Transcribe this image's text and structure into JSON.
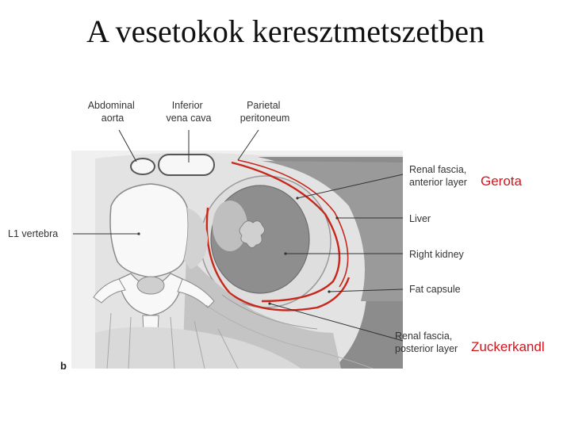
{
  "title": "A vesetokok keresztmetszetben",
  "colors": {
    "fascia_red": "#c8271b",
    "annotation_red": "#d4141a",
    "light_gray": "#e6e6e6",
    "mid_gray": "#bdbdbd",
    "dark_gray": "#8a8a8a"
  },
  "labels": {
    "abdominal_aorta": [
      "Abdominal",
      "aorta"
    ],
    "inferior_vena_cava": [
      "Inferior",
      "vena cava"
    ],
    "parietal_peritoneum": [
      "Parietal",
      "peritoneum"
    ],
    "renal_fascia_anterior": [
      "Renal fascia,",
      "anterior layer"
    ],
    "gerota": "Gerota",
    "liver": "Liver",
    "right_kidney": "Right kidney",
    "fat_capsule": "Fat capsule",
    "renal_fascia_posterior": [
      "Renal fascia,",
      "posterior layer"
    ],
    "zuckerkandl": "Zuckerkandl",
    "l1_vertebra": "L1 vertebra",
    "panel_letter": "b"
  }
}
